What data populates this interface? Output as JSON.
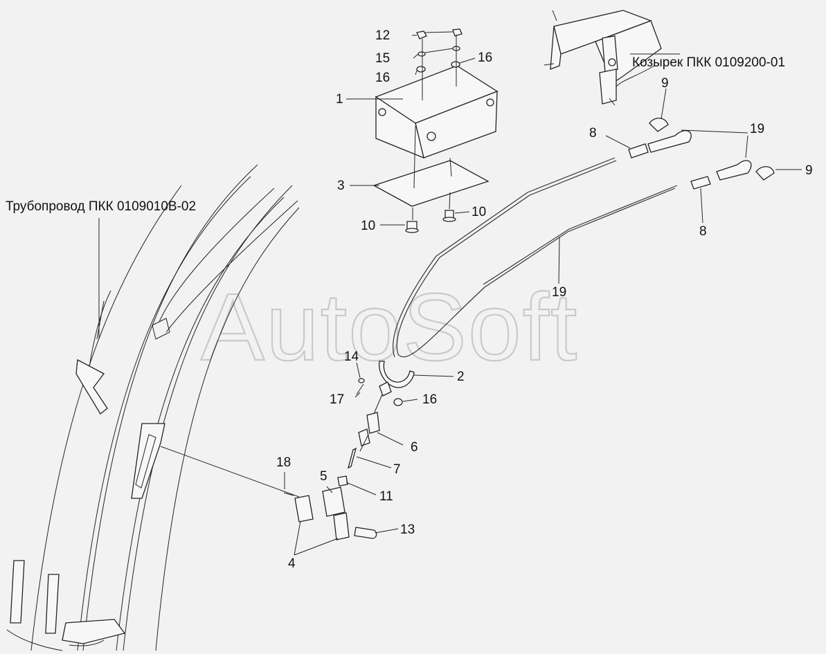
{
  "watermark": "AutoSoft",
  "titles": {
    "pipeline": "Трубопровод ПКК 0109010В-02",
    "visor": "Козырек ПКК 0109200-01"
  },
  "callouts": {
    "c1": "1",
    "c2": "2",
    "c3": "3",
    "c4": "4",
    "c5": "5",
    "c6": "6",
    "c7": "7",
    "c8a": "8",
    "c8b": "8",
    "c9a": "9",
    "c9b": "9",
    "c10a": "10",
    "c10b": "10",
    "c11": "11",
    "c12": "12",
    "c13": "13",
    "c14": "14",
    "c15": "15",
    "c16a": "16",
    "c16b": "16",
    "c16c": "16",
    "c17": "17",
    "c18": "18",
    "c19a": "19",
    "c19b": "19"
  }
}
